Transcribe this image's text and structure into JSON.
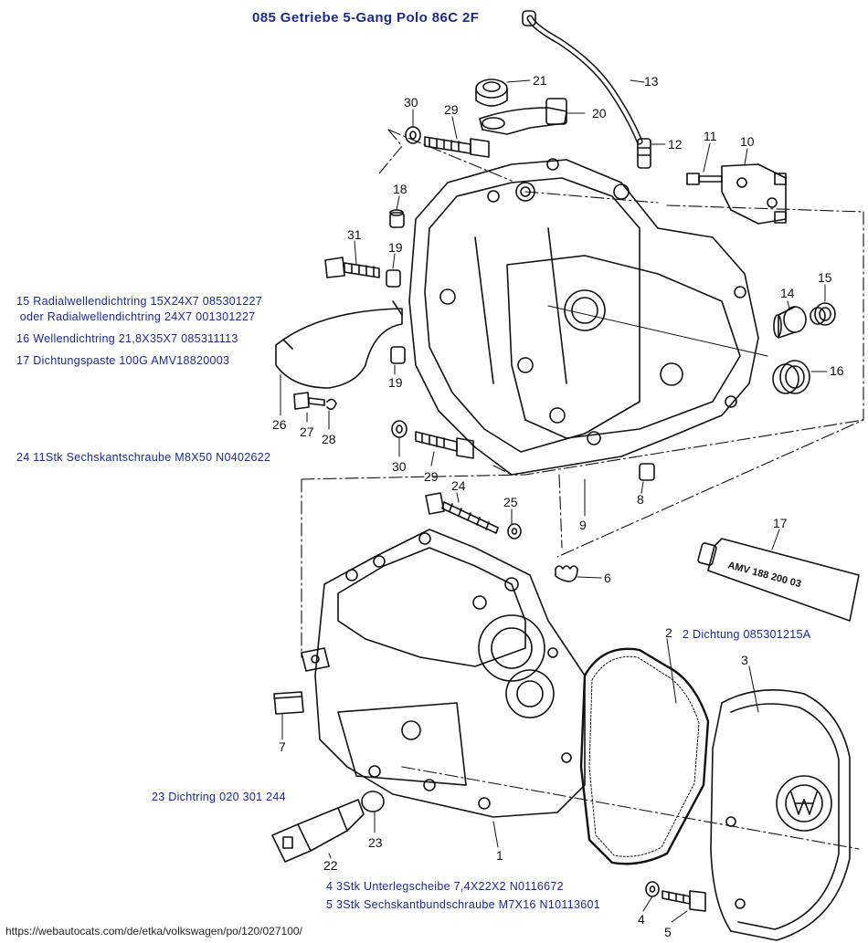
{
  "title": "085 Getriebe 5-Gang Polo 86C 2F",
  "notes": {
    "n15a": "15 Radialwellendichtring 15X24X7 085301227",
    "n15b": " oder Radialwellendichtring 24X7 001301227",
    "n16": "16 Wellendichtring 21,8X35X7 085311113",
    "n17": "17 Dichtungspaste 100G AMV18820003",
    "n24": "24 11Stk Sechskantschraube M8X50 N0402622",
    "n2": "2 Dichtung 085301215A",
    "n23": "23 Dichtring 020 301 244",
    "n4": "4 3Stk Unterlegscheibe 7,4X22X2 N0116672",
    "n5": "5 3Stk Sechskantbundschraube M7X16 N10113601"
  },
  "part_numbers": [
    "21",
    "13",
    "20",
    "12",
    "30",
    "29",
    "11",
    "10",
    "18",
    "31",
    "19",
    "15",
    "14",
    "16",
    "19",
    "26",
    "27",
    "28",
    "30",
    "29",
    "8",
    "24",
    "25",
    "9",
    "17",
    "6",
    "2",
    "3",
    "7",
    "23",
    "22",
    "1",
    "4",
    "5"
  ],
  "tube_text": "AMV 188 200 03",
  "url": "https://webautocats.com/de/etka/volkswagen/po/120/027100/"
}
